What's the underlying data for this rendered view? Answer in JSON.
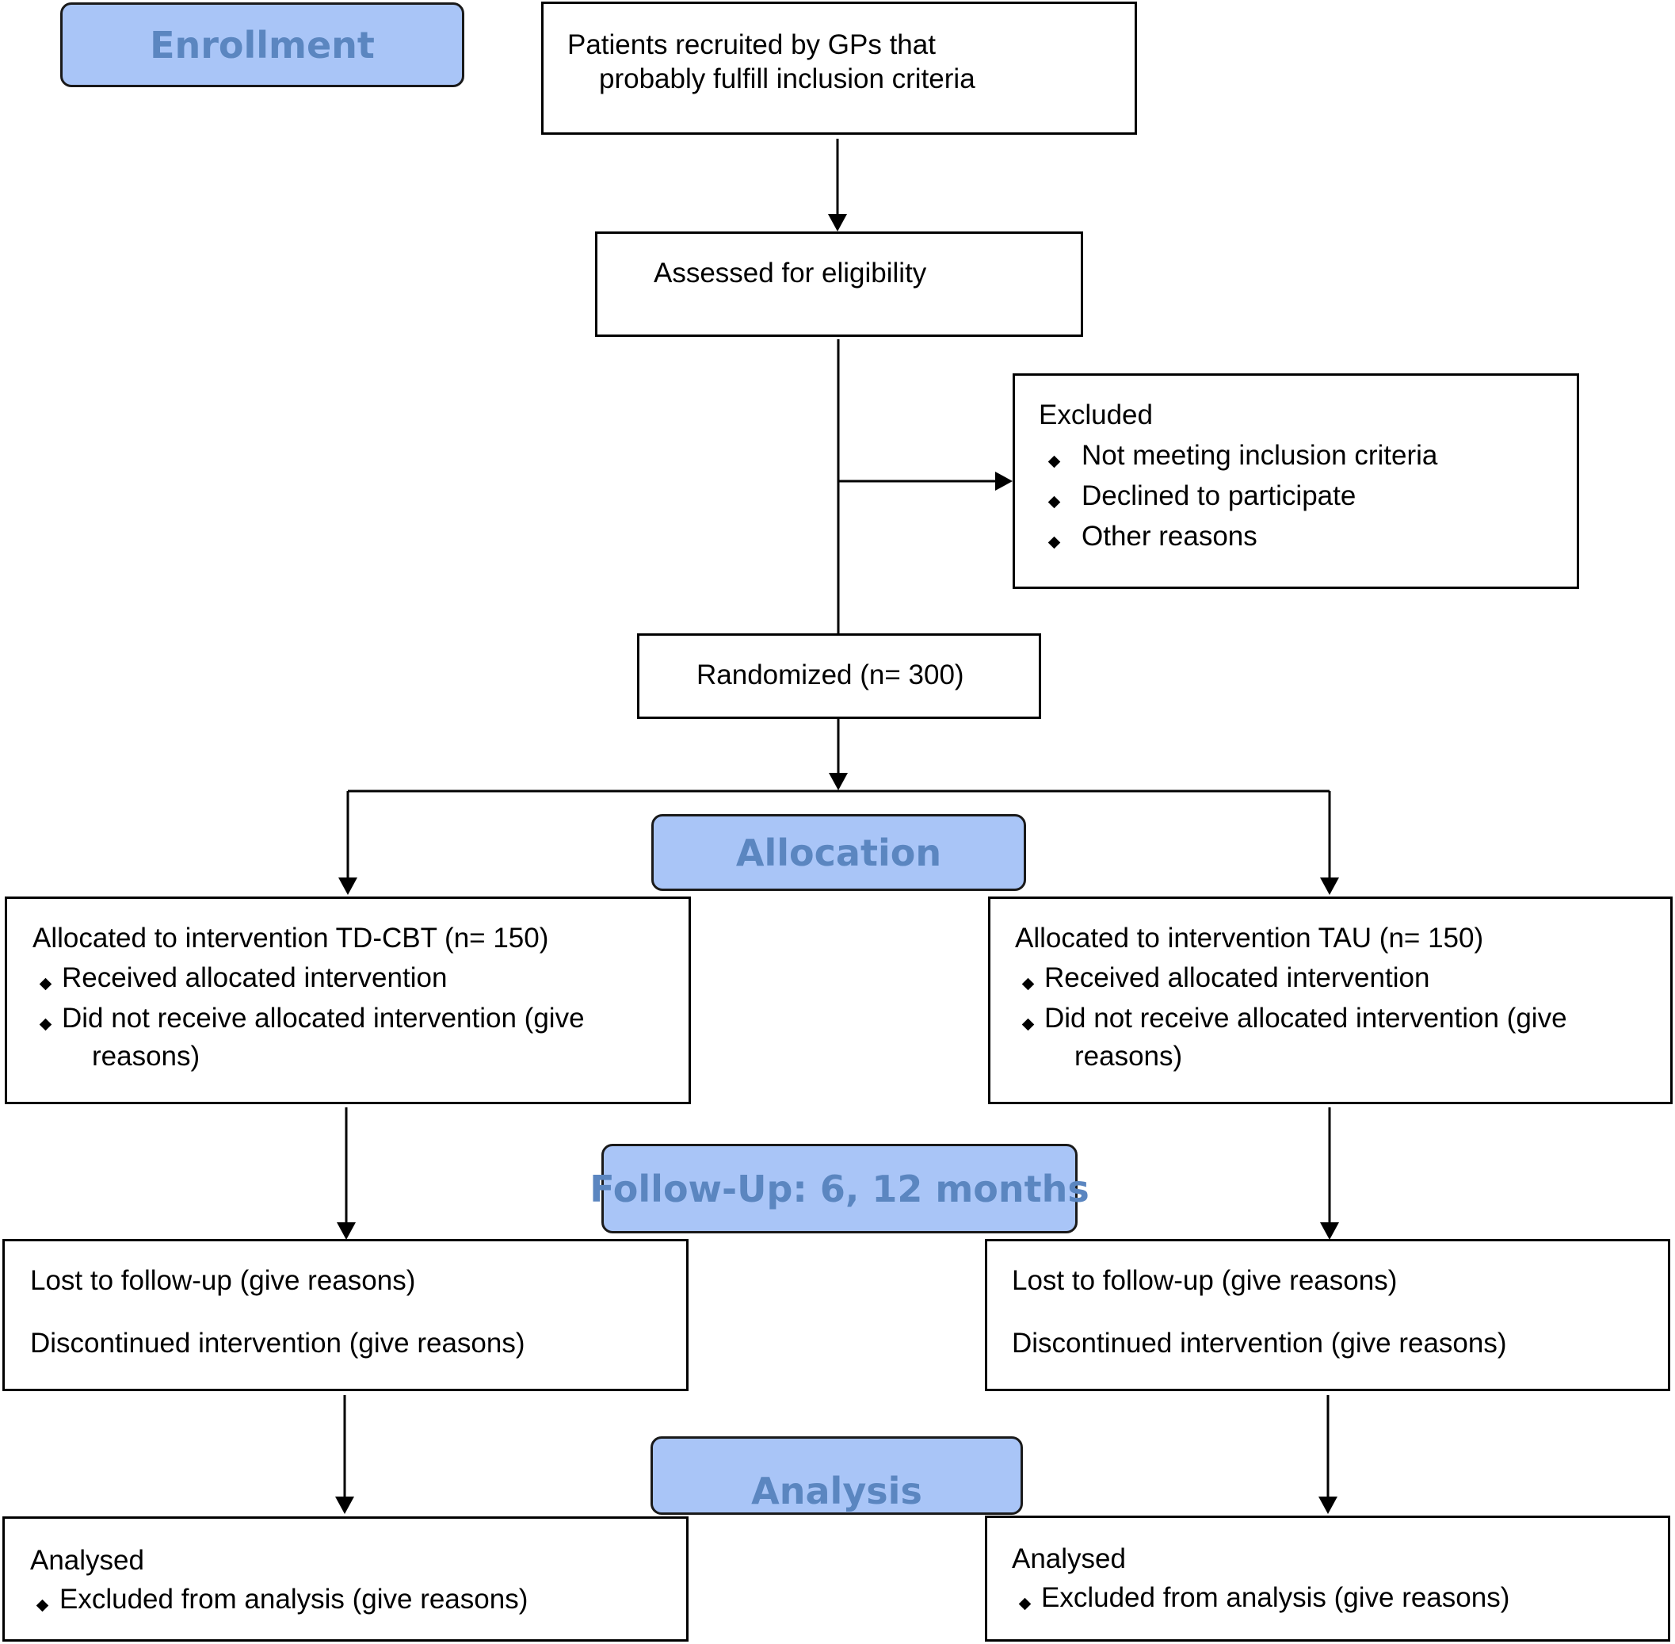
{
  "phases": {
    "enrollment": "Enrollment",
    "allocation": "Allocation",
    "follow_up": "Follow-Up: 6, 12 months",
    "analysis": "Analysis"
  },
  "recruited": {
    "line1": "Patients recruited by GPs that",
    "line2": "probably fulfill inclusion criteria"
  },
  "assessed": "Assessed for eligibility",
  "excluded": {
    "title": "Excluded",
    "items": [
      "Not meeting inclusion criteria",
      "Declined to participate",
      "Other reasons"
    ]
  },
  "randomized": "Randomized (n= 300)",
  "allocation_left": {
    "title": "Allocated to intervention TD-CBT (n= 150)",
    "item1": "Received allocated intervention",
    "item2_line1": "Did not receive allocated intervention (give",
    "item2_line2": "reasons)"
  },
  "allocation_right": {
    "title": "Allocated to intervention TAU (n= 150)",
    "item1": "Received allocated intervention",
    "item2_line1": "Did not receive allocated intervention (give",
    "item2_line2": "reasons)"
  },
  "followup_left": {
    "lost": "Lost to follow-up (give reasons)",
    "discontinued": "Discontinued intervention (give reasons)"
  },
  "followup_right": {
    "lost": "Lost to follow-up (give reasons)",
    "discontinued": "Discontinued intervention (give reasons)"
  },
  "analysis_left": {
    "title": "Analysed",
    "item": "Excluded from analysis (give reasons)"
  },
  "analysis_right": {
    "title": "Analysed",
    "item": "Excluded from analysis (give reasons)"
  },
  "colors": {
    "phase_fill": "#a9c5f7",
    "phase_text": "#5b86c0",
    "box_border": "#000000"
  }
}
